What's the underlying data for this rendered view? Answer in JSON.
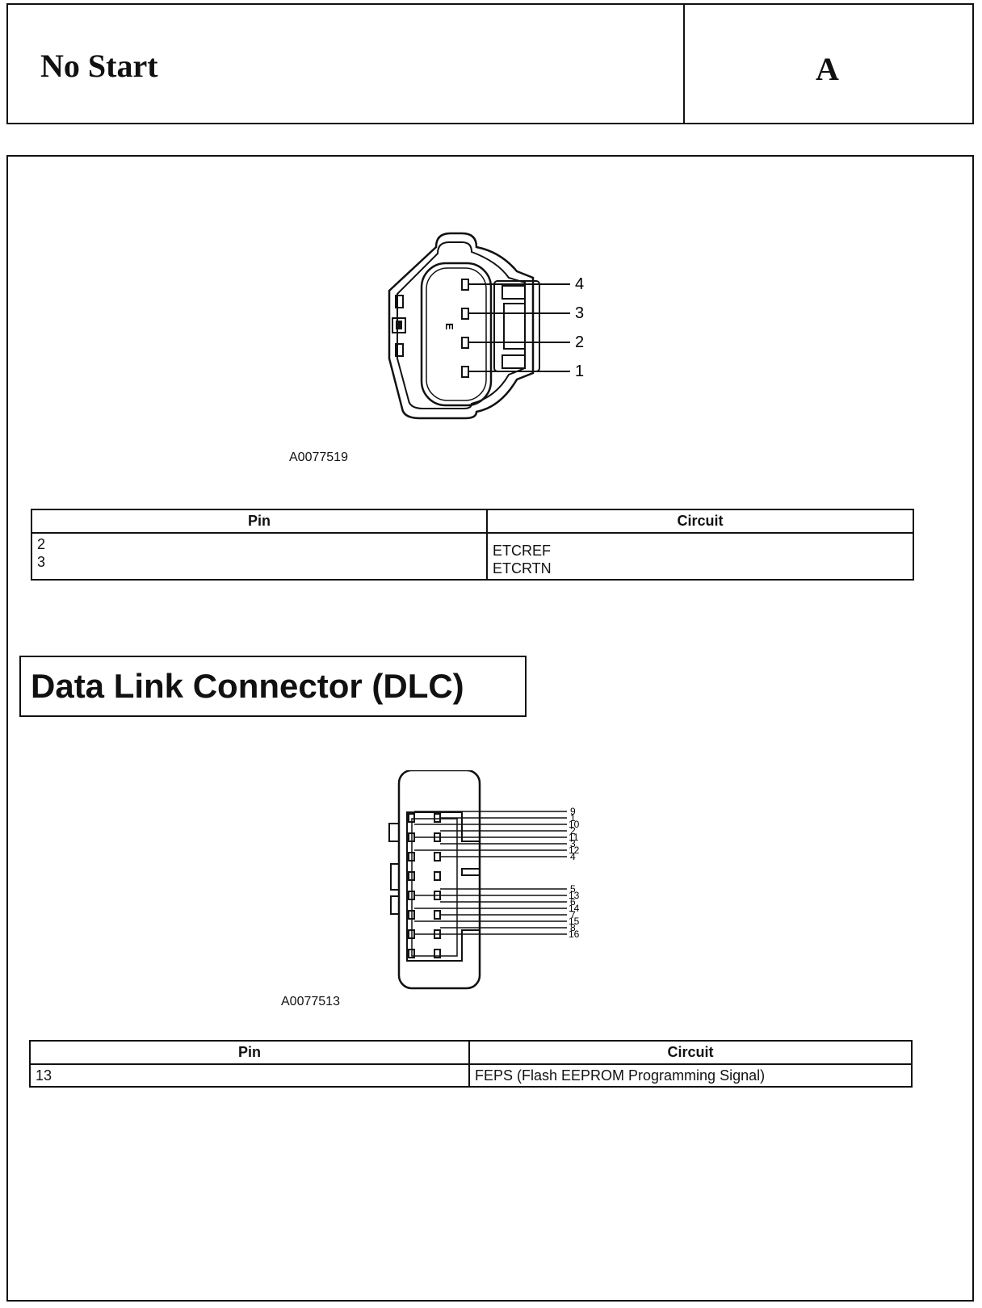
{
  "header": {
    "title": "No Start",
    "code": "A"
  },
  "etc_connector": {
    "figure_id": "A0077519",
    "pin_labels": [
      "4",
      "3",
      "2",
      "1"
    ],
    "table": {
      "headers": [
        "Pin",
        "Circuit"
      ],
      "rows": [
        {
          "pin": "2",
          "circuit": "ETCREF"
        },
        {
          "pin": "3",
          "circuit": "ETCRTN"
        }
      ]
    }
  },
  "dlc_section": {
    "heading": "Data Link Connector (DLC)",
    "figure_id": "A0077513",
    "pin_labels": [
      "9",
      "1",
      "10",
      "2",
      "11",
      "3",
      "12",
      "4",
      "5",
      "13",
      "6",
      "14",
      "7",
      "15",
      "8",
      "16"
    ],
    "table": {
      "headers": [
        "Pin",
        "Circuit"
      ],
      "rows": [
        {
          "pin": "13",
          "circuit": "FEPS (Flash EEPROM Programming Signal)"
        }
      ]
    }
  }
}
